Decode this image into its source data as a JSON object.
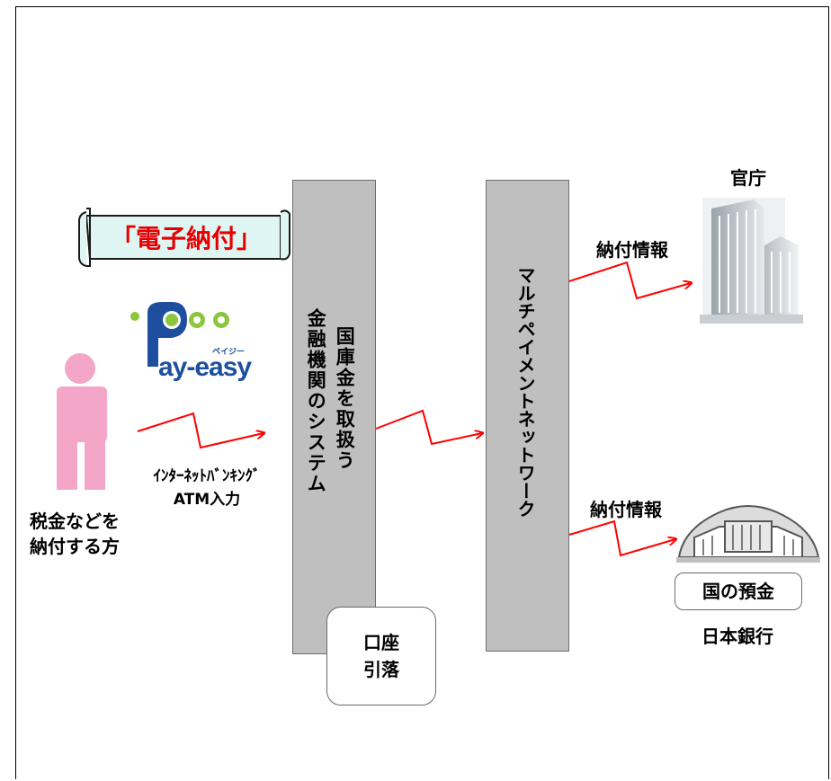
{
  "banner": {
    "label": "「電子納付」"
  },
  "logo": {
    "brand": "ay-easy",
    "kana": "ペイジー",
    "p_letter": "P"
  },
  "taxpayer": {
    "line1": "税金などを",
    "line2": "納付する方"
  },
  "channels": {
    "line1": "ｲﾝﾀｰﾈｯﾄﾊﾞﾝｷﾝｸﾞ",
    "line2": "ATM入力"
  },
  "bank_system": {
    "col1": "金融機関のシステム",
    "col2": "国庫金を取扱う"
  },
  "account_box": {
    "line1": "口座",
    "line2": "引落"
  },
  "network": {
    "label": "マルチペイメントネットワーク"
  },
  "agency": {
    "title": "官庁",
    "arrow_label": "納付情報"
  },
  "boj": {
    "arrow_label": "納付情報",
    "deposit": "国の預金",
    "name": "日本銀行"
  },
  "colors": {
    "arrow": "#ff0000",
    "figure": "#f4a6c8",
    "column": "#bfbfbf",
    "banner_bg": "#dff5f3"
  }
}
